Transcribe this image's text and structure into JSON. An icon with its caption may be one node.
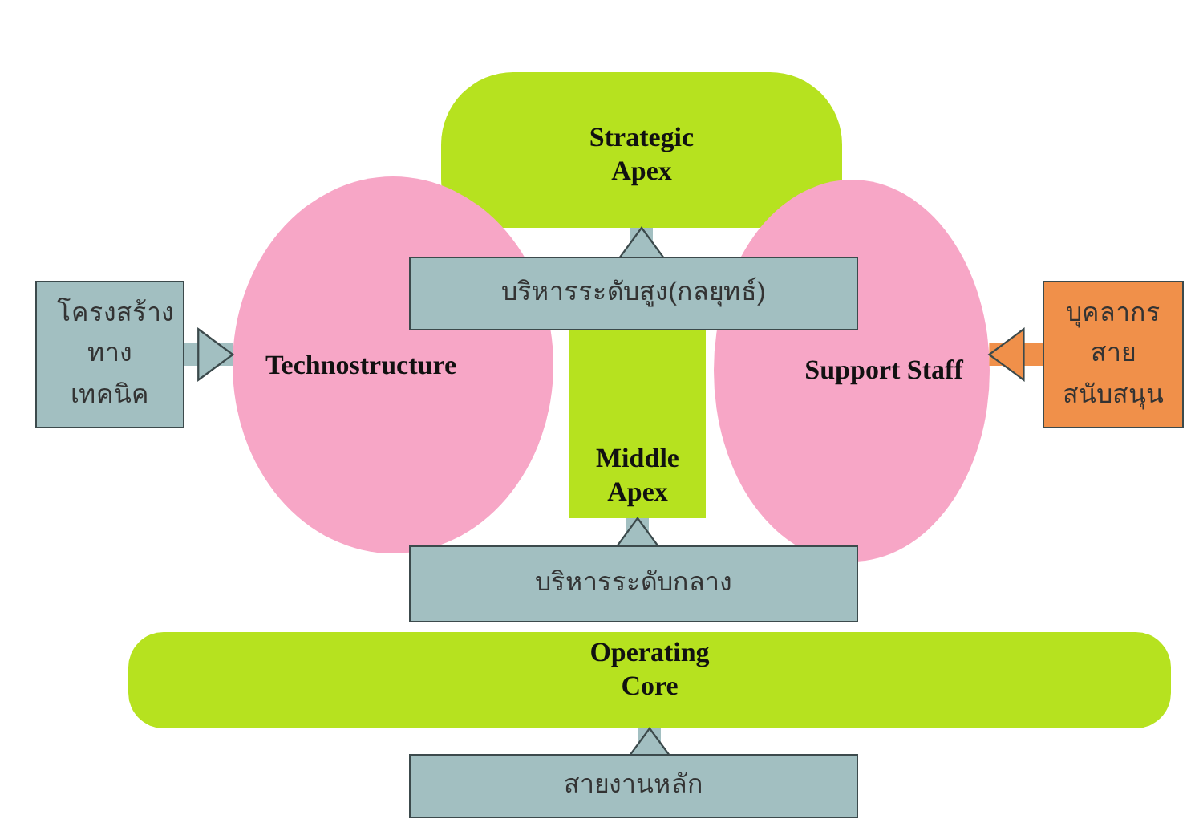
{
  "diagram": {
    "nodes": [
      {
        "text": [
          "Strategic Apex"
        ]
      },
      {
        "text": [
          "บริหารระดับสูง(กลยุทธ์)"
        ]
      },
      {
        "text": [
          "Technostructure"
        ]
      },
      {
        "text": [
          "Support Staff"
        ]
      },
      {
        "text": [
          "โครงสร้างทางเทคนิค"
        ]
      },
      {
        "text": [
          "บุคลากรสายสนับสนุน"
        ]
      },
      {
        "text": [
          "Middle Apex"
        ]
      },
      {
        "text": [
          "บริหารระดับกลาง"
        ]
      },
      {
        "text": [
          "Operating Core"
        ]
      },
      {
        "text": [
          "สายงานหลัก"
        ]
      }
    ],
    "edges": [
      {
        "from": 1,
        "to": 0,
        "arrow": "to"
      },
      {
        "from": 4,
        "to": 2,
        "arrow": "to"
      },
      {
        "from": 5,
        "to": 3,
        "arrow": "to",
        "color": "#f0904a"
      },
      {
        "from": 7,
        "to": 6,
        "arrow": "to"
      },
      {
        "from": 9,
        "to": 8,
        "arrow": "to"
      }
    ]
  }
}
